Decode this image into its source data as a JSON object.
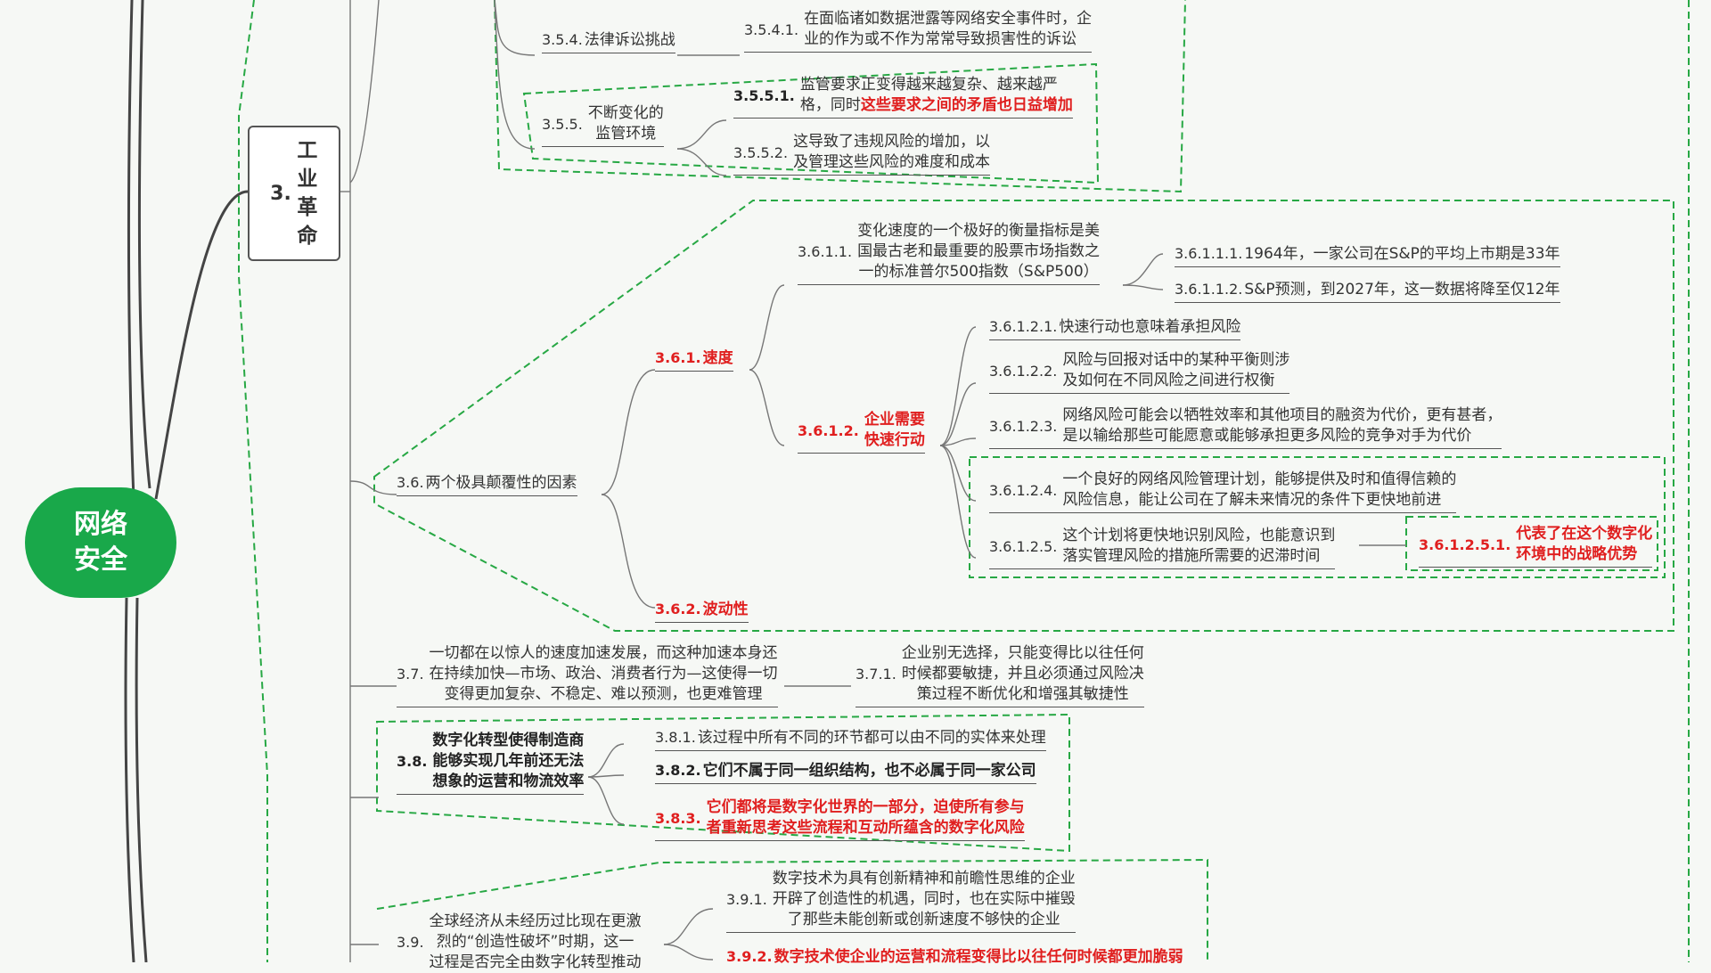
{
  "root": {
    "line1": "网络",
    "line2": "安全"
  },
  "sec3": {
    "num": "3.",
    "label": "工业革命"
  },
  "n354": {
    "num": "3.5.4.",
    "text": "法律诉讼挑战"
  },
  "n3541": {
    "num": "3.5.4.1.",
    "line1": "在面临诸如数据泄露等网络安全事件时，企",
    "line2": "业的作为或不作为常常导致损害性的诉讼"
  },
  "n355": {
    "num": "3.5.5.",
    "line1": "不断变化的",
    "line2": "监管环境"
  },
  "n3551": {
    "num": "3.5.5.1.",
    "line1": "监管要求正变得越来越复杂、越来越严",
    "line2a": "格，同时",
    "line2b": "这些要求之间的矛盾也日益增加"
  },
  "n3552": {
    "num": "3.5.5.2.",
    "line1": "这导致了违规风险的增加，以",
    "line2": "及管理这些风险的难度和成本"
  },
  "n36": {
    "num": "3.6.",
    "text": "两个极具颠覆性的因素"
  },
  "n361": {
    "num": "3.6.1.",
    "text": "速度"
  },
  "n3611": {
    "num": "3.6.1.1.",
    "line1": "变化速度的一个极好的衡量指标是美",
    "line2": "国最古老和最重要的股票市场指数之",
    "line3": "一的标准普尔500指数（S&P500）"
  },
  "n36111": {
    "num": "3.6.1.1.1.",
    "text": "1964年，一家公司在S&P的平均上市期是33年"
  },
  "n36112": {
    "num": "3.6.1.1.2.",
    "text": "S&P预测，到2027年，这一数据将降至仅12年"
  },
  "n3612": {
    "num": "3.6.1.2.",
    "line1": "企业需要",
    "line2": "快速行动"
  },
  "n36121": {
    "num": "3.6.1.2.1.",
    "text": "快速行动也意味着承担风险"
  },
  "n36122": {
    "num": "3.6.1.2.2.",
    "line1": "风险与回报对话中的某种平衡则涉",
    "line2": "及如何在不同风险之间进行权衡"
  },
  "n36123": {
    "num": "3.6.1.2.3.",
    "line1": "网络风险可能会以牺牲效率和其他项目的融资为代价，更有甚者，",
    "line2": "是以输给那些可能愿意或能够承担更多风险的竞争对手为代价"
  },
  "n36124": {
    "num": "3.6.1.2.4.",
    "line1": "一个良好的网络风险管理计划，能够提供及时和值得信赖的",
    "line2": "风险信息，能让公司在了解未来情况的条件下更快地前进"
  },
  "n36125": {
    "num": "3.6.1.2.5.",
    "line1": "这个计划将更快地识别风险，也能意识到",
    "line2": "落实管理风险的措施所需要的迟滞时间"
  },
  "n361251": {
    "num": "3.6.1.2.5.1.",
    "line1": "代表了在这个数字化",
    "line2": "环境中的战略优势"
  },
  "n362": {
    "num": "3.6.2.",
    "text": "波动性"
  },
  "n37": {
    "num": "3.7.",
    "line1": "一切都在以惊人的速度加速发展，而这种加速本身还",
    "line2": "在持续加快—市场、政治、消费者行为—这使得一切",
    "line3": "变得更加复杂、不稳定、难以预测，也更难管理"
  },
  "n371": {
    "num": "3.7.1.",
    "line1": "企业别无选择，只能变得比以往任何",
    "line2": "时候都要敏捷，并且必须通过风险决",
    "line3": "策过程不断优化和增强其敏捷性"
  },
  "n38": {
    "num": "3.8.",
    "line1": "数字化转型使得制造商",
    "line2": "能够实现几年前还无法",
    "line3": "想象的运营和物流效率"
  },
  "n381": {
    "num": "3.8.1.",
    "text": "该过程中所有不同的环节都可以由不同的实体来处理"
  },
  "n382": {
    "num": "3.8.2.",
    "text": "它们不属于同一组织结构，也不必属于同一家公司"
  },
  "n383": {
    "num": "3.8.3.",
    "line1": "它们都将是数字化世界的一部分，迫使所有参与",
    "line2": "者重新思考这些流程和互动所蕴含的数字化风险"
  },
  "n39": {
    "num": "3.9.",
    "line1": "全球经济从未经历过比现在更激",
    "line2": "烈的“创造性破坏”时期，这一",
    "line3": "过程是否完全由数字化转型推动"
  },
  "n391": {
    "num": "3.9.1.",
    "line1": "数字技术为具有创新精神和前瞻性思维的企业",
    "line2": "开辟了创造性的机遇，同时，也在实际中摧毁",
    "line3": "了那些未能创新或创新速度不够快的企业"
  },
  "n392": {
    "num": "3.9.2.",
    "text": "数字技术使企业的运营和流程变得比以往任何时候都更加脆弱"
  },
  "colors": {
    "accent_green": "#19a84a",
    "dashed_green": "#27a844",
    "emphasis_red": "#e01f1f",
    "line_gray": "#555555"
  }
}
